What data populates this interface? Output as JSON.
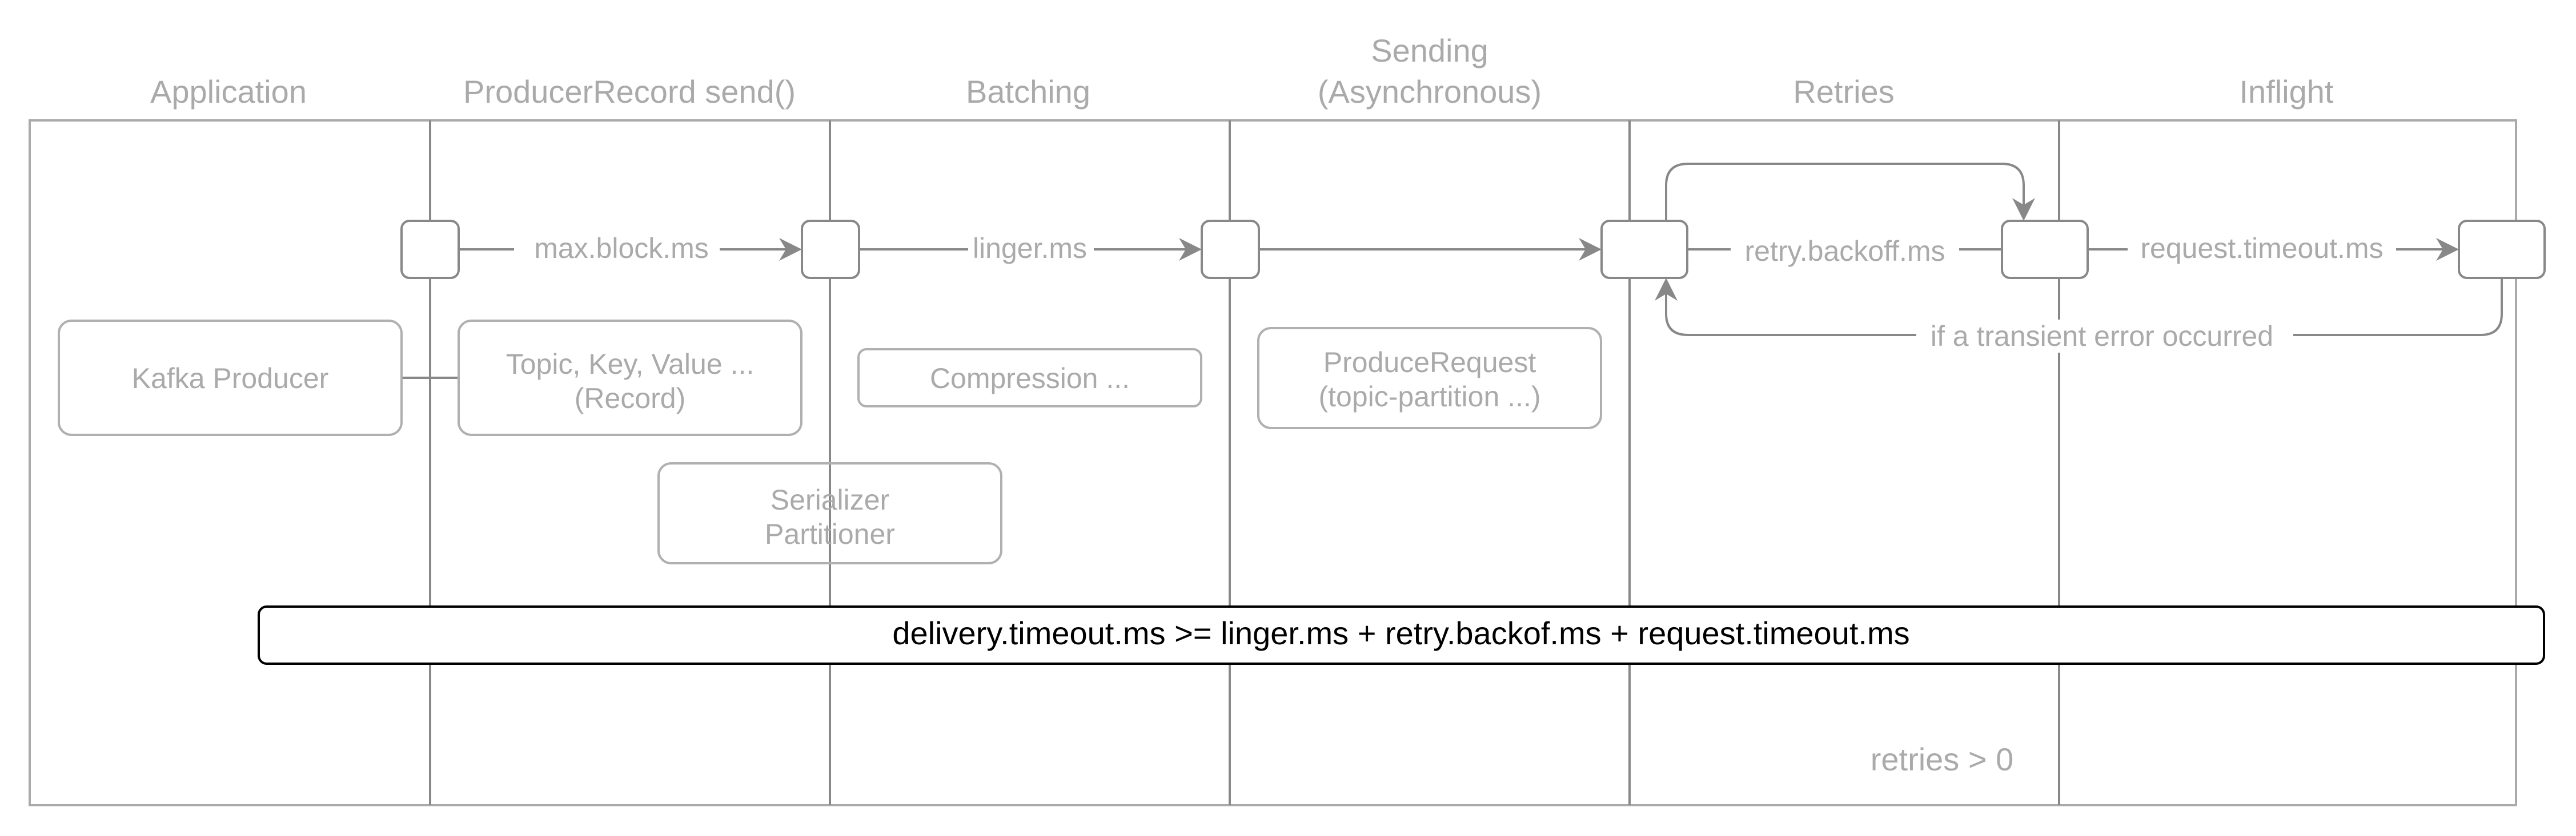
{
  "lanes": [
    {
      "id": "application",
      "title": [
        "Application"
      ]
    },
    {
      "id": "send",
      "title": [
        "ProducerRecord send()"
      ]
    },
    {
      "id": "batching",
      "title": [
        "Batching"
      ]
    },
    {
      "id": "sending",
      "title": [
        "Sending",
        "(Asynchronous)"
      ]
    },
    {
      "id": "retries",
      "title": [
        "Retries"
      ]
    },
    {
      "id": "inflight",
      "title": [
        "Inflight"
      ]
    }
  ],
  "boxes": {
    "kafka_producer": [
      "Kafka Producer"
    ],
    "record": [
      "Topic, Key, Value ...",
      "(Record)"
    ],
    "compression": [
      "Compression ..."
    ],
    "produce_request": [
      "ProduceRequest",
      "(topic-partition ...)"
    ],
    "serializer": [
      "Serializer",
      "Partitioner"
    ]
  },
  "edges": {
    "max_block": "max.block.ms",
    "linger": "linger.ms",
    "retry_backoff": "retry.backoff.ms",
    "request_timeout": "request.timeout.ms",
    "transient_error": "if a transient error occurred"
  },
  "formula": "delivery.timeout.ms >= linger.ms + retry.backof.ms + request.timeout.ms",
  "retries_note": "retries > 0",
  "colors": {
    "line": "#888888",
    "faint_text": "#aaaaaa",
    "box_border": "#b0b0b0",
    "formula_border": "#000000",
    "formula_text": "#000000"
  }
}
